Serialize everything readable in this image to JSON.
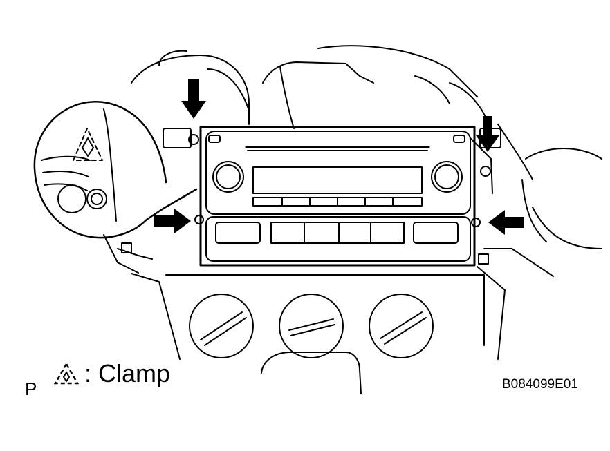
{
  "figure": {
    "page_letter": "P",
    "legend": {
      "symbol_icon": "clamp-triangle-icon",
      "text": ": Clamp"
    },
    "code": "B084099E01"
  },
  "colors": {
    "line": "#000000",
    "background": "#ffffff"
  }
}
